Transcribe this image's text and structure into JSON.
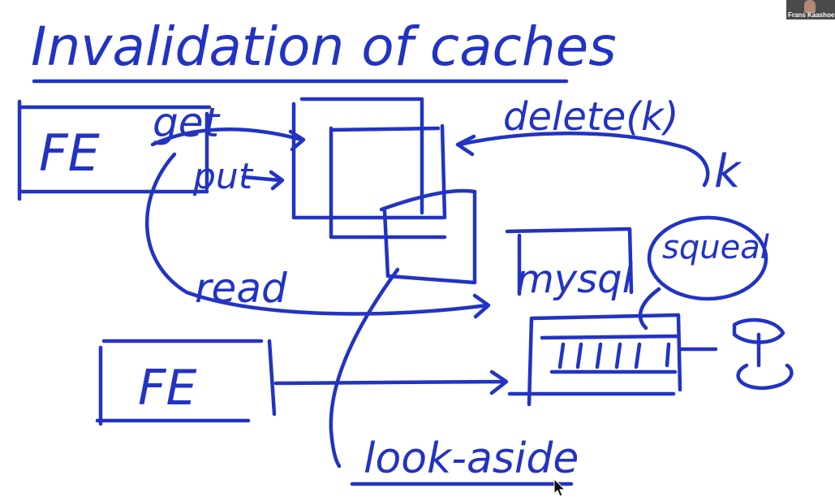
{
  "whiteboard": {
    "title": "Invalidation of caches",
    "labels": {
      "fe_top": "FE",
      "fe_bottom": "FE",
      "get": "get",
      "put": "put",
      "read": "read",
      "delete": "delete(k)",
      "key": "k",
      "mysql": "mysql",
      "squeal": "squeal",
      "look_aside": "look-aside"
    }
  },
  "participant": {
    "name": "Frans Kaashoek"
  },
  "ink_color": "#2233c4"
}
